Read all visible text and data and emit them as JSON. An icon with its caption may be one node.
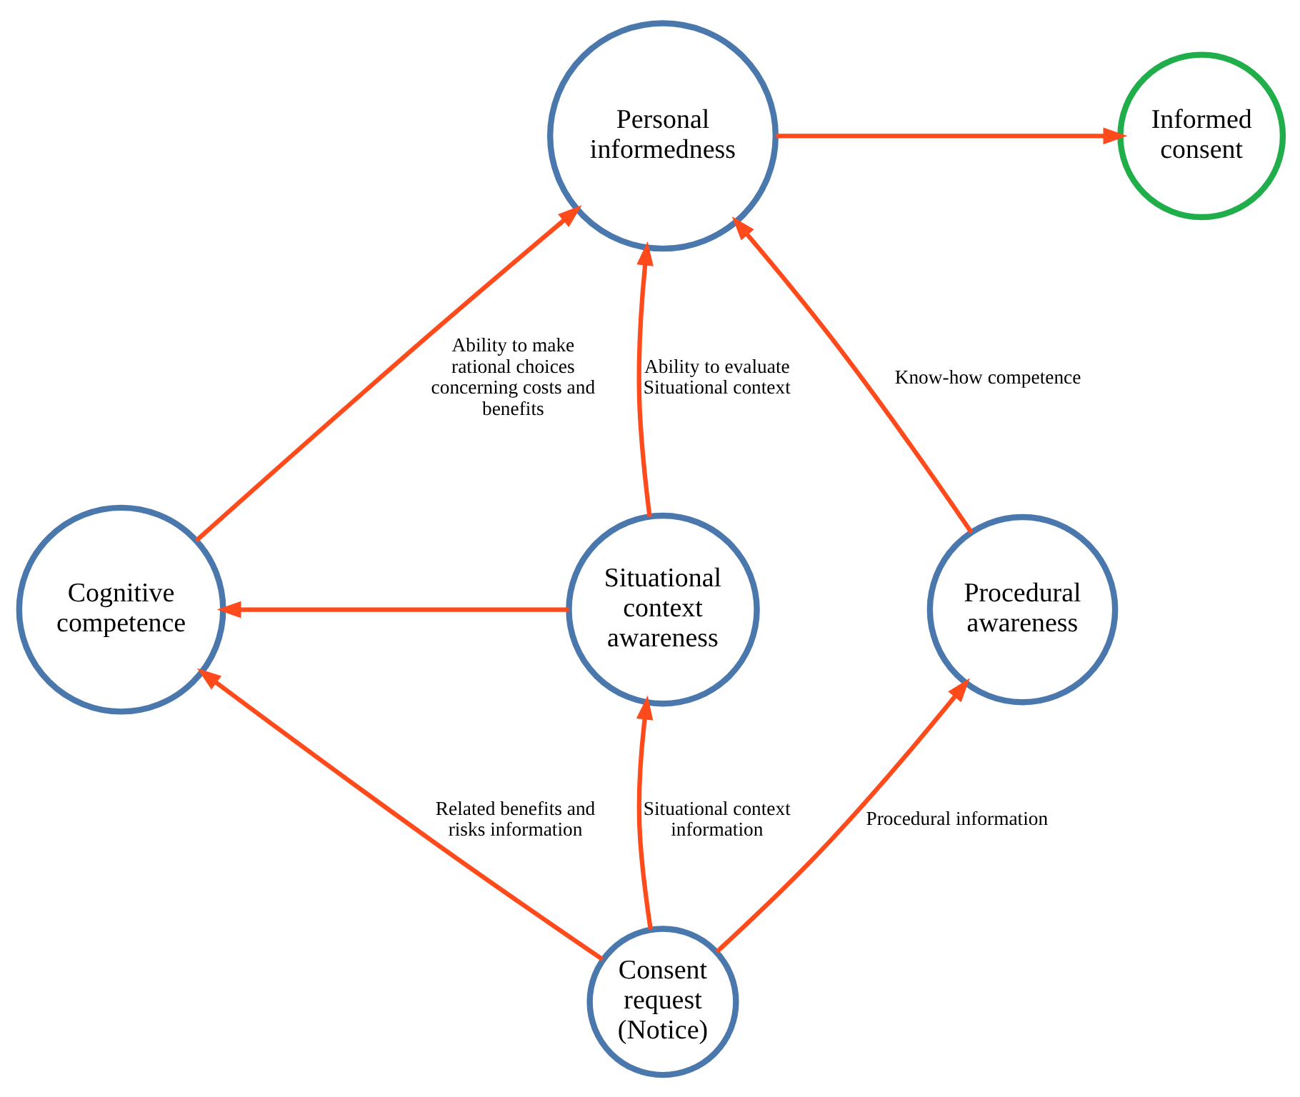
{
  "diagram": {
    "nodes": [
      {
        "text": [
          "Personal informedness"
        ]
      },
      {
        "text": [
          "Informed consent"
        ]
      },
      {
        "text": [
          "Cognitive competence"
        ]
      },
      {
        "text": [
          "Situational context awareness"
        ]
      },
      {
        "text": [
          "Procedural awareness"
        ]
      },
      {
        "text": [
          "Consent request (Notice)"
        ]
      }
    ],
    "edges": [
      {
        "from": 0,
        "to": 1,
        "arrow": "to"
      },
      {
        "from": 2,
        "to": 0,
        "arrow": "to",
        "label": "Ability to make rational choices concerning costs and benefits"
      },
      {
        "from": 3,
        "to": 0,
        "arrow": "to",
        "label": "Ability to evaluate Situational context"
      },
      {
        "from": 4,
        "to": 0,
        "arrow": "to",
        "label": "Know-how competence"
      },
      {
        "from": 3,
        "to": 2,
        "arrow": "to"
      },
      {
        "from": 5,
        "to": 2,
        "arrow": "to",
        "label": "Related benefits and risks information"
      },
      {
        "from": 5,
        "to": 3,
        "arrow": "to",
        "label": "Situational context information"
      },
      {
        "from": 5,
        "to": 4,
        "arrow": "to",
        "label": "Procedural information"
      }
    ]
  }
}
